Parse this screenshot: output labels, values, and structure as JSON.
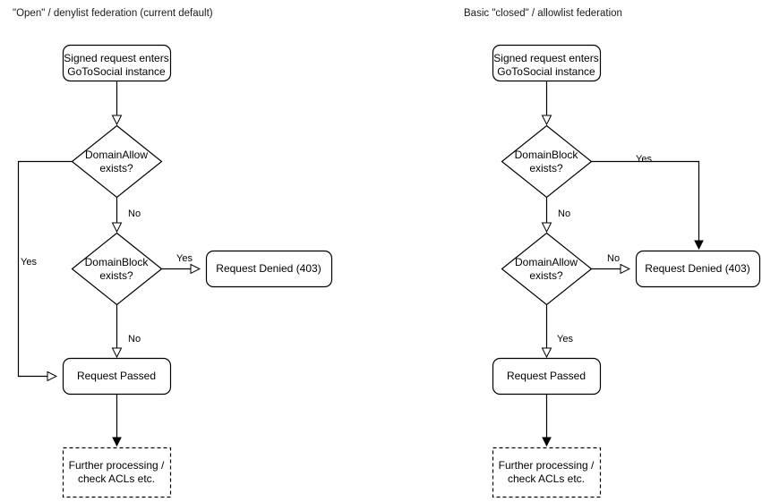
{
  "diagram": {
    "type": "flowchart",
    "background_color": "#ffffff",
    "stroke_color": "#000000",
    "text_color": "#000000",
    "columns": [
      {
        "id": "open-denylist",
        "title": "\"Open\" / denylist federation (current default)",
        "nodes": [
          {
            "id": "start",
            "shape": "rounded-rect",
            "label": "Signed request enters\nGoToSocial instance"
          },
          {
            "id": "allow",
            "shape": "diamond",
            "label": "DomainAllow\nexists?"
          },
          {
            "id": "block",
            "shape": "diamond",
            "label": "DomainBlock\nexists?"
          },
          {
            "id": "denied",
            "shape": "rounded-rect",
            "label": "Request Denied (403)"
          },
          {
            "id": "passed",
            "shape": "rounded-rect",
            "label": "Request Passed"
          },
          {
            "id": "further",
            "shape": "dashed-rect",
            "label": "Further processing /\ncheck ACLs etc."
          }
        ],
        "edges": [
          {
            "from": "start",
            "to": "allow",
            "label": ""
          },
          {
            "from": "allow",
            "to": "passed",
            "label": "Yes"
          },
          {
            "from": "allow",
            "to": "block",
            "label": "No"
          },
          {
            "from": "block",
            "to": "denied",
            "label": "Yes"
          },
          {
            "from": "block",
            "to": "passed",
            "label": "No"
          },
          {
            "from": "passed",
            "to": "further",
            "label": ""
          }
        ]
      },
      {
        "id": "closed-allowlist",
        "title": "Basic \"closed\" / allowlist federation",
        "nodes": [
          {
            "id": "start",
            "shape": "rounded-rect",
            "label": "Signed request enters\nGoToSocial instance"
          },
          {
            "id": "block",
            "shape": "diamond",
            "label": "DomainBlock\nexists?"
          },
          {
            "id": "allow",
            "shape": "diamond",
            "label": "DomainAllow\nexists?"
          },
          {
            "id": "denied",
            "shape": "rounded-rect",
            "label": "Request Denied (403)"
          },
          {
            "id": "passed",
            "shape": "rounded-rect",
            "label": "Request Passed"
          },
          {
            "id": "further",
            "shape": "dashed-rect",
            "label": "Further processing /\ncheck ACLs etc."
          }
        ],
        "edges": [
          {
            "from": "start",
            "to": "block",
            "label": ""
          },
          {
            "from": "block",
            "to": "denied",
            "label": "Yes"
          },
          {
            "from": "block",
            "to": "allow",
            "label": "No"
          },
          {
            "from": "allow",
            "to": "denied",
            "label": "No"
          },
          {
            "from": "allow",
            "to": "passed",
            "label": "Yes"
          },
          {
            "from": "passed",
            "to": "further",
            "label": ""
          }
        ]
      }
    ]
  },
  "labels": {
    "left": {
      "title": "\"Open\" / denylist federation (current default)",
      "start": "Signed request enters\nGoToSocial instance",
      "allow": "DomainAllow\nexists?",
      "block": "DomainBlock\nexists?",
      "denied": "Request Denied (403)",
      "passed": "Request Passed",
      "further": "Further processing /\ncheck ACLs etc.",
      "e_allow_yes": "Yes",
      "e_allow_no": "No",
      "e_block_yes": "Yes",
      "e_block_no": "No"
    },
    "right": {
      "title": "Basic \"closed\" / allowlist federation",
      "start": "Signed request enters\nGoToSocial instance",
      "block": "DomainBlock\nexists?",
      "allow": "DomainAllow\nexists?",
      "denied": "Request Denied (403)",
      "passed": "Request Passed",
      "further": "Further processing /\ncheck ACLs etc.",
      "e_block_yes": "Yes",
      "e_block_no": "No",
      "e_allow_no": "No",
      "e_allow_yes": "Yes"
    }
  }
}
